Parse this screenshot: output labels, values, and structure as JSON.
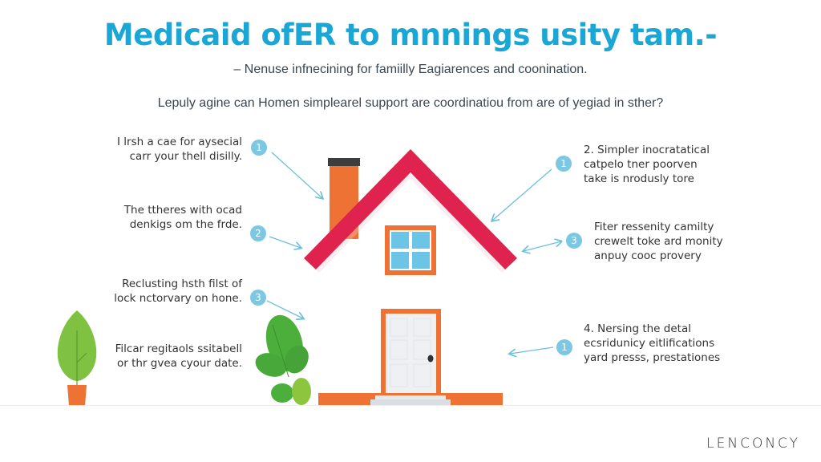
{
  "header": {
    "title": "Medicaid ofER to mnnings usity tam.-",
    "subtitle": "– Nenuse infnecining for famiilly Eagiarences and coonination.",
    "question": "Lepuly agine can Homen simplearel support are coordinatiou from are of yegiad in sther?"
  },
  "callouts_left": [
    {
      "badge": "1",
      "lines": [
        "I lrsh a cae for aysecial",
        "carr your thell disilly."
      ]
    },
    {
      "badge": "2",
      "lines": [
        "The ttheres with ocad",
        "denkigs om the frde."
      ]
    },
    {
      "badge": "3",
      "lines": [
        "Reclusting hsth filst of",
        "lock nctorvary on hone."
      ]
    },
    {
      "badge": "",
      "lines": [
        "Filcar regitaols ssitabell",
        "or thr gvea cyour date."
      ]
    }
  ],
  "callouts_right": [
    {
      "badge": "1",
      "lines": [
        "2. Simpler inocratatical",
        "catpelo tner poorven",
        "take is nrodusly tore"
      ]
    },
    {
      "badge": "3",
      "lines": [
        "Fiter ressenity camilty",
        "crewelt toke ard monity",
        "anpuy cooc provery"
      ]
    },
    {
      "badge": "1",
      "lines": [
        "4. Nersing the detal",
        "ecsridunicy eitlifications",
        "yard presss, prestationes"
      ]
    }
  ],
  "brand": "LENCONCY",
  "colors": {
    "title": "#1aa7d6",
    "roof": "#e0234e",
    "chimney": "#ee7234",
    "chimney_cap": "#3d3d3d",
    "window_frame": "#ee7234",
    "window_glass": "#6cc4e6",
    "door_frame": "#ee7234",
    "door": "#eef0f4",
    "foundation": "#ee7234",
    "step": "#dadde2",
    "leaf": "#4caf3c",
    "leaf_light": "#8cc63f",
    "pot": "#ee7234",
    "arrow": "#6cc0dc",
    "badge": "#7cc8e3"
  }
}
